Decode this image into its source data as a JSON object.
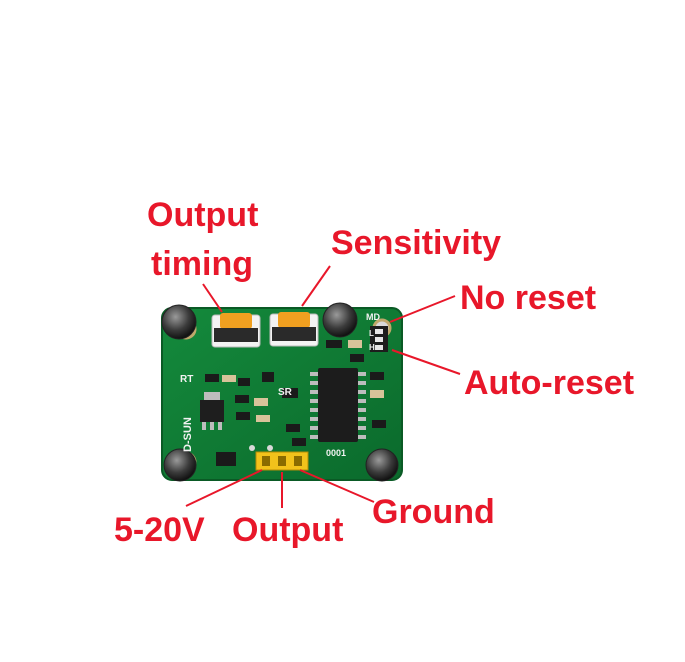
{
  "labels": {
    "output_timing_line1": "Output",
    "output_timing_line2": "timing",
    "sensitivity": "Sensitivity",
    "no_reset": "No reset",
    "auto_reset": "Auto-reset",
    "vcc": "5-20V",
    "output": "Output",
    "ground": "Ground"
  },
  "board_silkscreen": {
    "brand": "D-SUN",
    "rt": "RT",
    "sr": "SR",
    "md": "MD",
    "l": "L",
    "h": "H",
    "code": "0001"
  },
  "colors": {
    "label_red": "#e8172a",
    "board_green": "#0f7a34",
    "header_yellow": "#f2c21b",
    "pot_orange": "#f0a020"
  }
}
